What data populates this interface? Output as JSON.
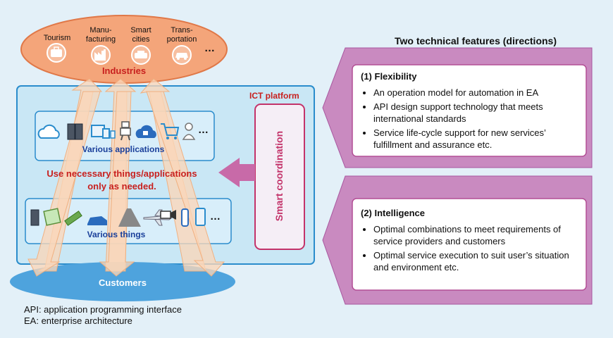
{
  "industries": {
    "label": "Industries",
    "items": [
      {
        "label": "Tourism",
        "icon": "suitcase-icon"
      },
      {
        "label": "Manu-\nfacturing",
        "icon": "factory-icon"
      },
      {
        "label": "Smart\ncities",
        "icon": "city-icon"
      },
      {
        "label": "Trans-\nportation",
        "icon": "car-icon"
      }
    ],
    "more": "…"
  },
  "platform": {
    "label": "ICT platform",
    "applications_label": "Various applications",
    "things_label": "Various things",
    "message_line1": "Use necessary things/applications",
    "message_line2": "only as needed.",
    "coordination_label": "Smart coordination",
    "more": "…"
  },
  "customers": {
    "label": "Customers"
  },
  "features": {
    "title": "Two technical features (directions)",
    "flexibility": {
      "heading": "(1) Flexibility",
      "bullets": [
        "An operation model for automation in EA",
        "API design support technology that meets international standards",
        "Service life-cycle support for new services’ fulfillment and assurance etc."
      ]
    },
    "intelligence": {
      "heading": "(2) Intelligence",
      "bullets": [
        "Optimal combinations to meet requirements of service providers and customers",
        "Optimal service execution to suit user’s situation and environment etc."
      ]
    }
  },
  "footnotes": [
    "API: application programming interface",
    "EA: enterprise architecture"
  ],
  "colors": {
    "industries_fill": "#f4a57a",
    "industries_text": "#c8201e",
    "platform_border": "#2a8ccc",
    "platform_fill": "#c9e7f5",
    "arrow_fill": "#fad6b8",
    "customers_fill": "#4ea3dd",
    "coordination_border": "#c3336a",
    "feature_arrow": "#c98ac0",
    "apps_text": "#1a3f9a",
    "message_text": "#c8201e"
  }
}
